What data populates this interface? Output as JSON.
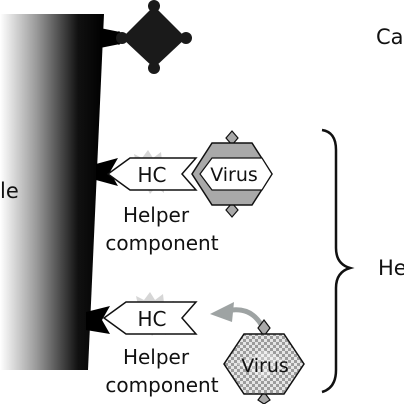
{
  "labels": {
    "cell_partial": "le",
    "top_right_partial": "Ca",
    "bracket_partial": "He",
    "hc_1": "HC",
    "hc_2": "HC",
    "virus_1": "Virus",
    "virus_2": "Virus",
    "helper_1_line1": "Helper",
    "helper_1_line2": "component",
    "helper_2_line1": "Helper",
    "helper_2_line2": "component"
  },
  "colors": {
    "cell_body": "#000000",
    "virus_fill": "#a9a9a9",
    "burst_fill": "#d6d6d6",
    "arrow": "#9ea3a3",
    "outline": "#111111"
  }
}
